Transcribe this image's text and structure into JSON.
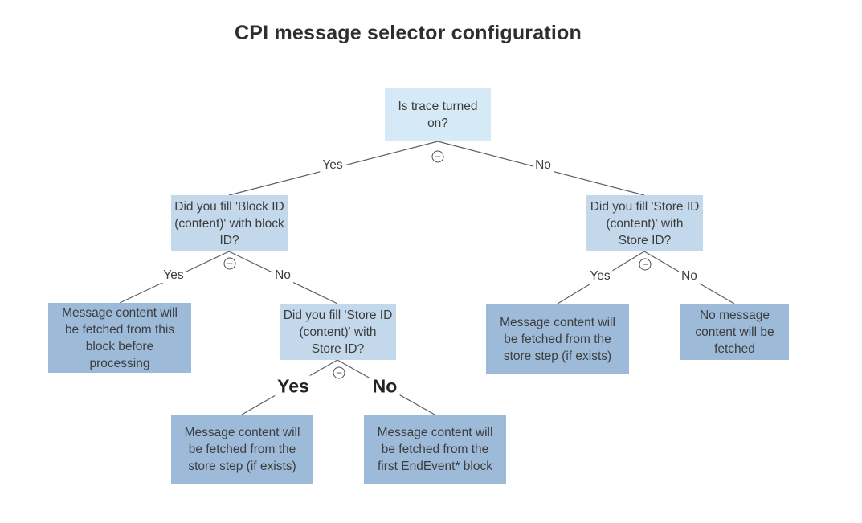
{
  "title": "CPI message selector configuration",
  "colors": {
    "root_fill": "#d6e9f7",
    "question_fill": "#c3d8eb",
    "answer_fill": "#9dbbd9",
    "connector": "#5f5f5f",
    "text": "#3d3d3d",
    "bold_text": "#222222",
    "title_text": "#2e2e2e"
  },
  "icons": {
    "collapse_glyph": "−"
  },
  "tree": {
    "root": {
      "question": "Is trace turned on?"
    },
    "trace_on": {
      "question": "Did you fill 'Block ID (content)' with block ID?",
      "yes_answer": "Message content will be fetched from this block before processing",
      "no_branch": {
        "question": "Did you fill 'Store ID (content)' with Store ID?",
        "yes_answer": "Message content will be fetched from the store step (if exists)",
        "no_answer": "Message content will be fetched from the first EndEvent* block"
      }
    },
    "trace_off": {
      "question": "Did you fill 'Store ID (content)' with Store ID?",
      "yes_answer": "Message content will be fetched from the store step (if exists)",
      "no_answer": "No message content will be fetched"
    }
  },
  "edges": {
    "root_yes": "Yes",
    "root_no": "No",
    "block_yes": "Yes",
    "block_no": "No",
    "store_trace_yes": "Yes",
    "store_trace_no": "No",
    "store_notrace_yes": "Yes",
    "store_notrace_no": "No"
  }
}
